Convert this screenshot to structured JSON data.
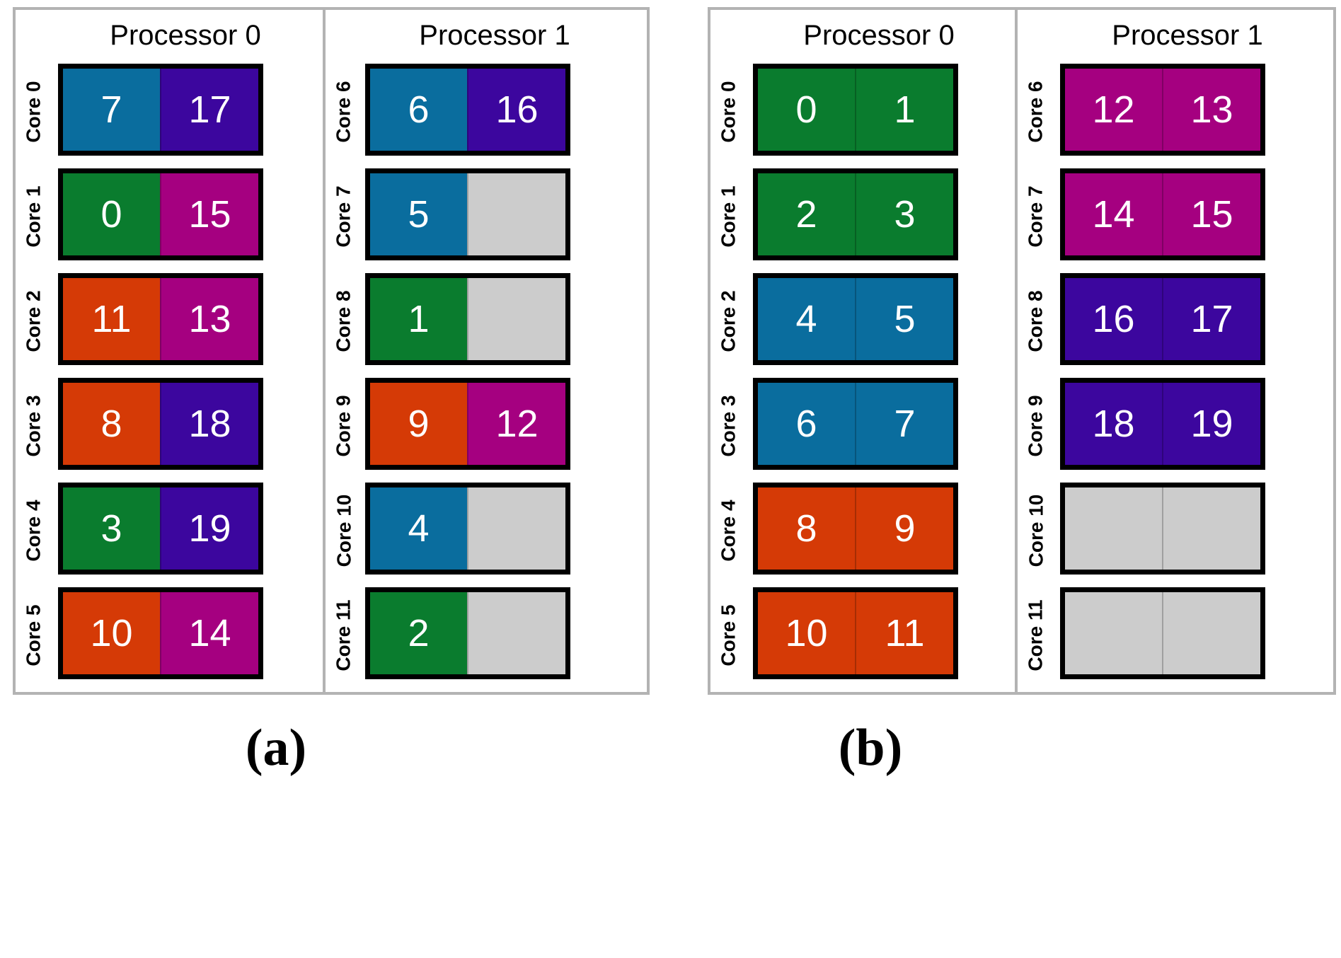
{
  "figure": {
    "colors": {
      "teal": "#0a6d9e",
      "green": "#0a7c2e",
      "orange": "#d53a06",
      "magenta": "#a50080",
      "purple": "#3c069e",
      "empty": "#cccccc",
      "core_border": "#000000",
      "panel_border": "#b3b3b3",
      "text_on_cell": "#ffffff"
    }
  },
  "subfigures": [
    {
      "id": "a",
      "caption": "(a)",
      "processors": [
        {
          "title": "Processor 0",
          "cores": [
            {
              "label": "Core 0",
              "threads": [
                {
                  "value": "7",
                  "color": "#0a6d9e"
                },
                {
                  "value": "17",
                  "color": "#3c069e"
                }
              ]
            },
            {
              "label": "Core 1",
              "threads": [
                {
                  "value": "0",
                  "color": "#0a7c2e"
                },
                {
                  "value": "15",
                  "color": "#a50080"
                }
              ]
            },
            {
              "label": "Core 2",
              "threads": [
                {
                  "value": "11",
                  "color": "#d53a06"
                },
                {
                  "value": "13",
                  "color": "#a50080"
                }
              ]
            },
            {
              "label": "Core 3",
              "threads": [
                {
                  "value": "8",
                  "color": "#d53a06"
                },
                {
                  "value": "18",
                  "color": "#3c069e"
                }
              ]
            },
            {
              "label": "Core 4",
              "threads": [
                {
                  "value": "3",
                  "color": "#0a7c2e"
                },
                {
                  "value": "19",
                  "color": "#3c069e"
                }
              ]
            },
            {
              "label": "Core 5",
              "threads": [
                {
                  "value": "10",
                  "color": "#d53a06"
                },
                {
                  "value": "14",
                  "color": "#a50080"
                }
              ]
            }
          ]
        },
        {
          "title": "Processor 1",
          "cores": [
            {
              "label": "Core 6",
              "threads": [
                {
                  "value": "6",
                  "color": "#0a6d9e"
                },
                {
                  "value": "16",
                  "color": "#3c069e"
                }
              ]
            },
            {
              "label": "Core 7",
              "threads": [
                {
                  "value": "5",
                  "color": "#0a6d9e"
                },
                {
                  "value": "",
                  "color": "#cccccc"
                }
              ]
            },
            {
              "label": "Core 8",
              "threads": [
                {
                  "value": "1",
                  "color": "#0a7c2e"
                },
                {
                  "value": "",
                  "color": "#cccccc"
                }
              ]
            },
            {
              "label": "Core 9",
              "threads": [
                {
                  "value": "9",
                  "color": "#d53a06"
                },
                {
                  "value": "12",
                  "color": "#a50080"
                }
              ]
            },
            {
              "label": "Core 10",
              "threads": [
                {
                  "value": "4",
                  "color": "#0a6d9e"
                },
                {
                  "value": "",
                  "color": "#cccccc"
                }
              ]
            },
            {
              "label": "Core 11",
              "threads": [
                {
                  "value": "2",
                  "color": "#0a7c2e"
                },
                {
                  "value": "",
                  "color": "#cccccc"
                }
              ]
            }
          ]
        }
      ]
    },
    {
      "id": "b",
      "caption": "(b)",
      "processors": [
        {
          "title": "Processor 0",
          "cores": [
            {
              "label": "Core 0",
              "threads": [
                {
                  "value": "0",
                  "color": "#0a7c2e"
                },
                {
                  "value": "1",
                  "color": "#0a7c2e"
                }
              ]
            },
            {
              "label": "Core 1",
              "threads": [
                {
                  "value": "2",
                  "color": "#0a7c2e"
                },
                {
                  "value": "3",
                  "color": "#0a7c2e"
                }
              ]
            },
            {
              "label": "Core 2",
              "threads": [
                {
                  "value": "4",
                  "color": "#0a6d9e"
                },
                {
                  "value": "5",
                  "color": "#0a6d9e"
                }
              ]
            },
            {
              "label": "Core 3",
              "threads": [
                {
                  "value": "6",
                  "color": "#0a6d9e"
                },
                {
                  "value": "7",
                  "color": "#0a6d9e"
                }
              ]
            },
            {
              "label": "Core 4",
              "threads": [
                {
                  "value": "8",
                  "color": "#d53a06"
                },
                {
                  "value": "9",
                  "color": "#d53a06"
                }
              ]
            },
            {
              "label": "Core 5",
              "threads": [
                {
                  "value": "10",
                  "color": "#d53a06"
                },
                {
                  "value": "11",
                  "color": "#d53a06"
                }
              ]
            }
          ]
        },
        {
          "title": "Processor 1",
          "cores": [
            {
              "label": "Core 6",
              "threads": [
                {
                  "value": "12",
                  "color": "#a50080"
                },
                {
                  "value": "13",
                  "color": "#a50080"
                }
              ]
            },
            {
              "label": "Core 7",
              "threads": [
                {
                  "value": "14",
                  "color": "#a50080"
                },
                {
                  "value": "15",
                  "color": "#a50080"
                }
              ]
            },
            {
              "label": "Core 8",
              "threads": [
                {
                  "value": "16",
                  "color": "#3c069e"
                },
                {
                  "value": "17",
                  "color": "#3c069e"
                }
              ]
            },
            {
              "label": "Core 9",
              "threads": [
                {
                  "value": "18",
                  "color": "#3c069e"
                },
                {
                  "value": "19",
                  "color": "#3c069e"
                }
              ]
            },
            {
              "label": "Core 10",
              "threads": [
                {
                  "value": "",
                  "color": "#cccccc"
                },
                {
                  "value": "",
                  "color": "#cccccc"
                }
              ]
            },
            {
              "label": "Core 11",
              "threads": [
                {
                  "value": "",
                  "color": "#cccccc"
                },
                {
                  "value": "",
                  "color": "#cccccc"
                }
              ]
            }
          ]
        }
      ]
    }
  ]
}
